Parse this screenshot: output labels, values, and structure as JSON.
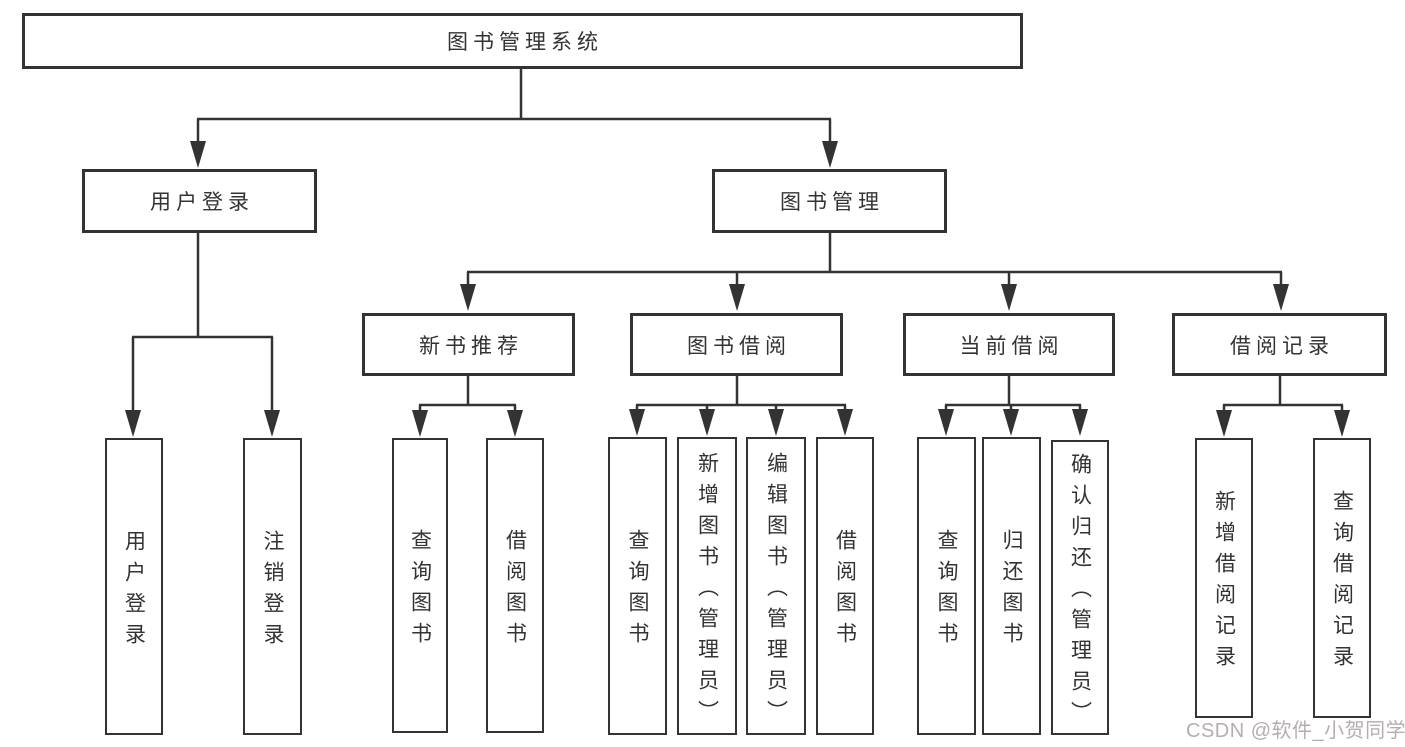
{
  "diagram": {
    "root": {
      "label": "图书管理系统"
    },
    "level1": [
      {
        "label": "用户登录"
      },
      {
        "label": "图书管理"
      }
    ],
    "level2": [
      {
        "label": "新书推荐"
      },
      {
        "label": "图书借阅"
      },
      {
        "label": "当前借阅"
      },
      {
        "label": "借阅记录"
      }
    ],
    "leaves": {
      "user_login": [
        {
          "label": "用户登录"
        },
        {
          "label": "注销登录"
        }
      ],
      "new_books": [
        {
          "label": "查询图书"
        },
        {
          "label": "借阅图书"
        }
      ],
      "book_borrow": [
        {
          "label": "查询图书"
        },
        {
          "label": "新增图书（管理员）"
        },
        {
          "label": "编辑图书（管理员）"
        },
        {
          "label": "借阅图书"
        }
      ],
      "current_borrow": [
        {
          "label": "查询图书"
        },
        {
          "label": "归还图书"
        },
        {
          "label": "确认归还（管理员）"
        }
      ],
      "borrow_records": [
        {
          "label": "新增借阅记录"
        },
        {
          "label": "查询借阅记录"
        }
      ]
    }
  },
  "watermark": {
    "text": "CSDN @软件_小贺同学"
  },
  "colors": {
    "line": "#333333",
    "text": "#333333",
    "watermark": "#b5aeae",
    "background": "#ffffff"
  }
}
